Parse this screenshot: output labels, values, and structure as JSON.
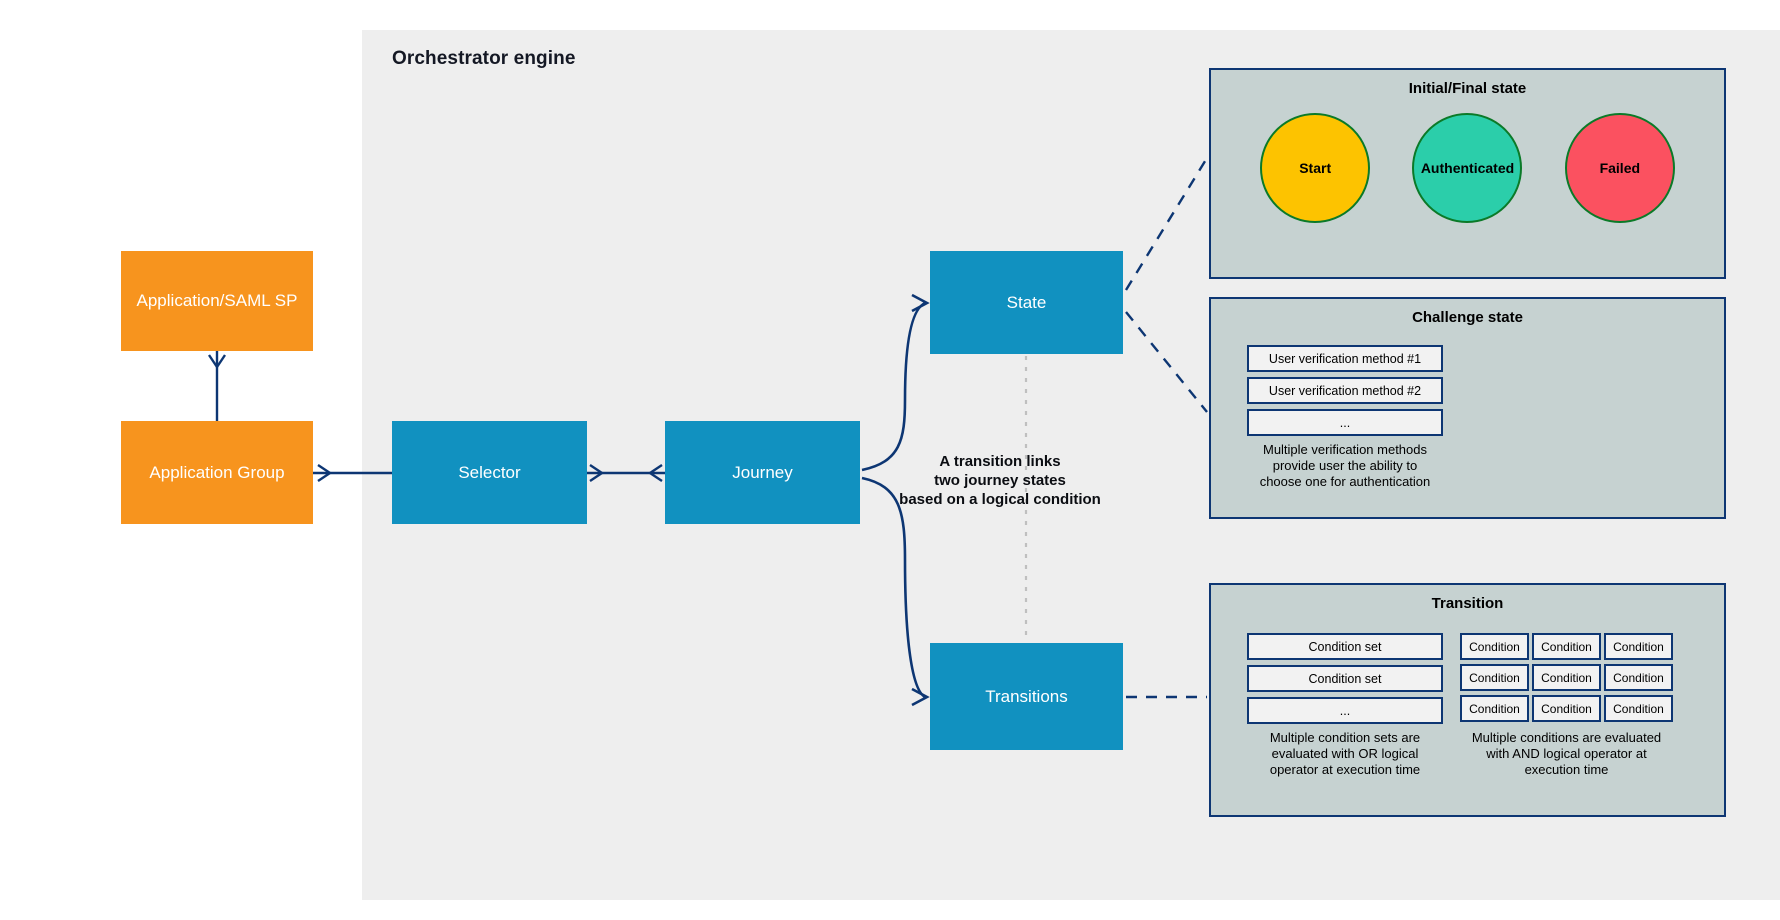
{
  "diagram": {
    "panel_title": "Orchestrator engine",
    "background_color": "#eeeeee",
    "page_background": "#ffffff"
  },
  "colors": {
    "orange_node": "#f7941e",
    "blue_node": "#1191c0",
    "connector": "#0d3673",
    "callout_fill": "#c6d2d1",
    "callout_border": "#0d3673",
    "circle_border": "#0b7a28",
    "start_fill": "#fdc300",
    "authenticated_fill": "#2bceaa",
    "failed_fill": "#fb5160"
  },
  "nodes": {
    "application_saml_sp": "Application/SAML SP",
    "application_group": "Application Group",
    "selector": "Selector",
    "journey": "Journey",
    "state": "State",
    "transitions": "Transitions"
  },
  "annotations": {
    "transition_note_line1": "A transition links",
    "transition_note_line2": "two journey states",
    "transition_note_line3": "based on a logical condition"
  },
  "callouts": {
    "initial_final": {
      "title": "Initial/Final state",
      "circles": [
        {
          "label": "Start",
          "fill": "#fdc300"
        },
        {
          "label": "Authenticated",
          "fill": "#2bceaa"
        },
        {
          "label": "Failed",
          "fill": "#fb5160"
        }
      ]
    },
    "challenge_state": {
      "title": "Challenge state",
      "methods": [
        "User verification method #1",
        "User verification method #2",
        "..."
      ],
      "caption_line1": "Multiple verification methods",
      "caption_line2": "provide user the ability to",
      "caption_line3": "choose one for authentication"
    },
    "transition": {
      "title": "Transition",
      "condition_sets": [
        "Condition set",
        "Condition set",
        "..."
      ],
      "left_caption_line1": "Multiple condition sets are",
      "left_caption_line2": "evaluated with OR logical",
      "left_caption_line3": "operator at execution time",
      "conditions": [
        [
          "Condition",
          "Condition",
          "Condition"
        ],
        [
          "Condition",
          "Condition",
          "Condition"
        ],
        [
          "Condition",
          "Condition",
          "Condition"
        ]
      ],
      "right_caption_line1": "Multiple conditions are evaluated",
      "right_caption_line2": "with AND logical operator at",
      "right_caption_line3": "execution time"
    }
  }
}
